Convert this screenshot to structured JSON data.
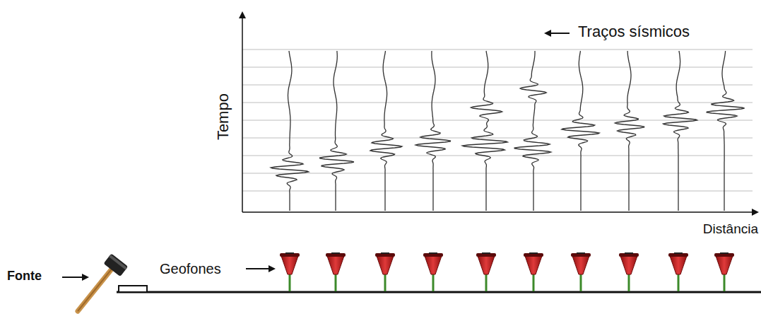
{
  "diagram": {
    "labels": [
      "Traços sísmicos",
      "Tempo",
      "Distância",
      "Fonte",
      "Geofones"
    ]
  }
}
